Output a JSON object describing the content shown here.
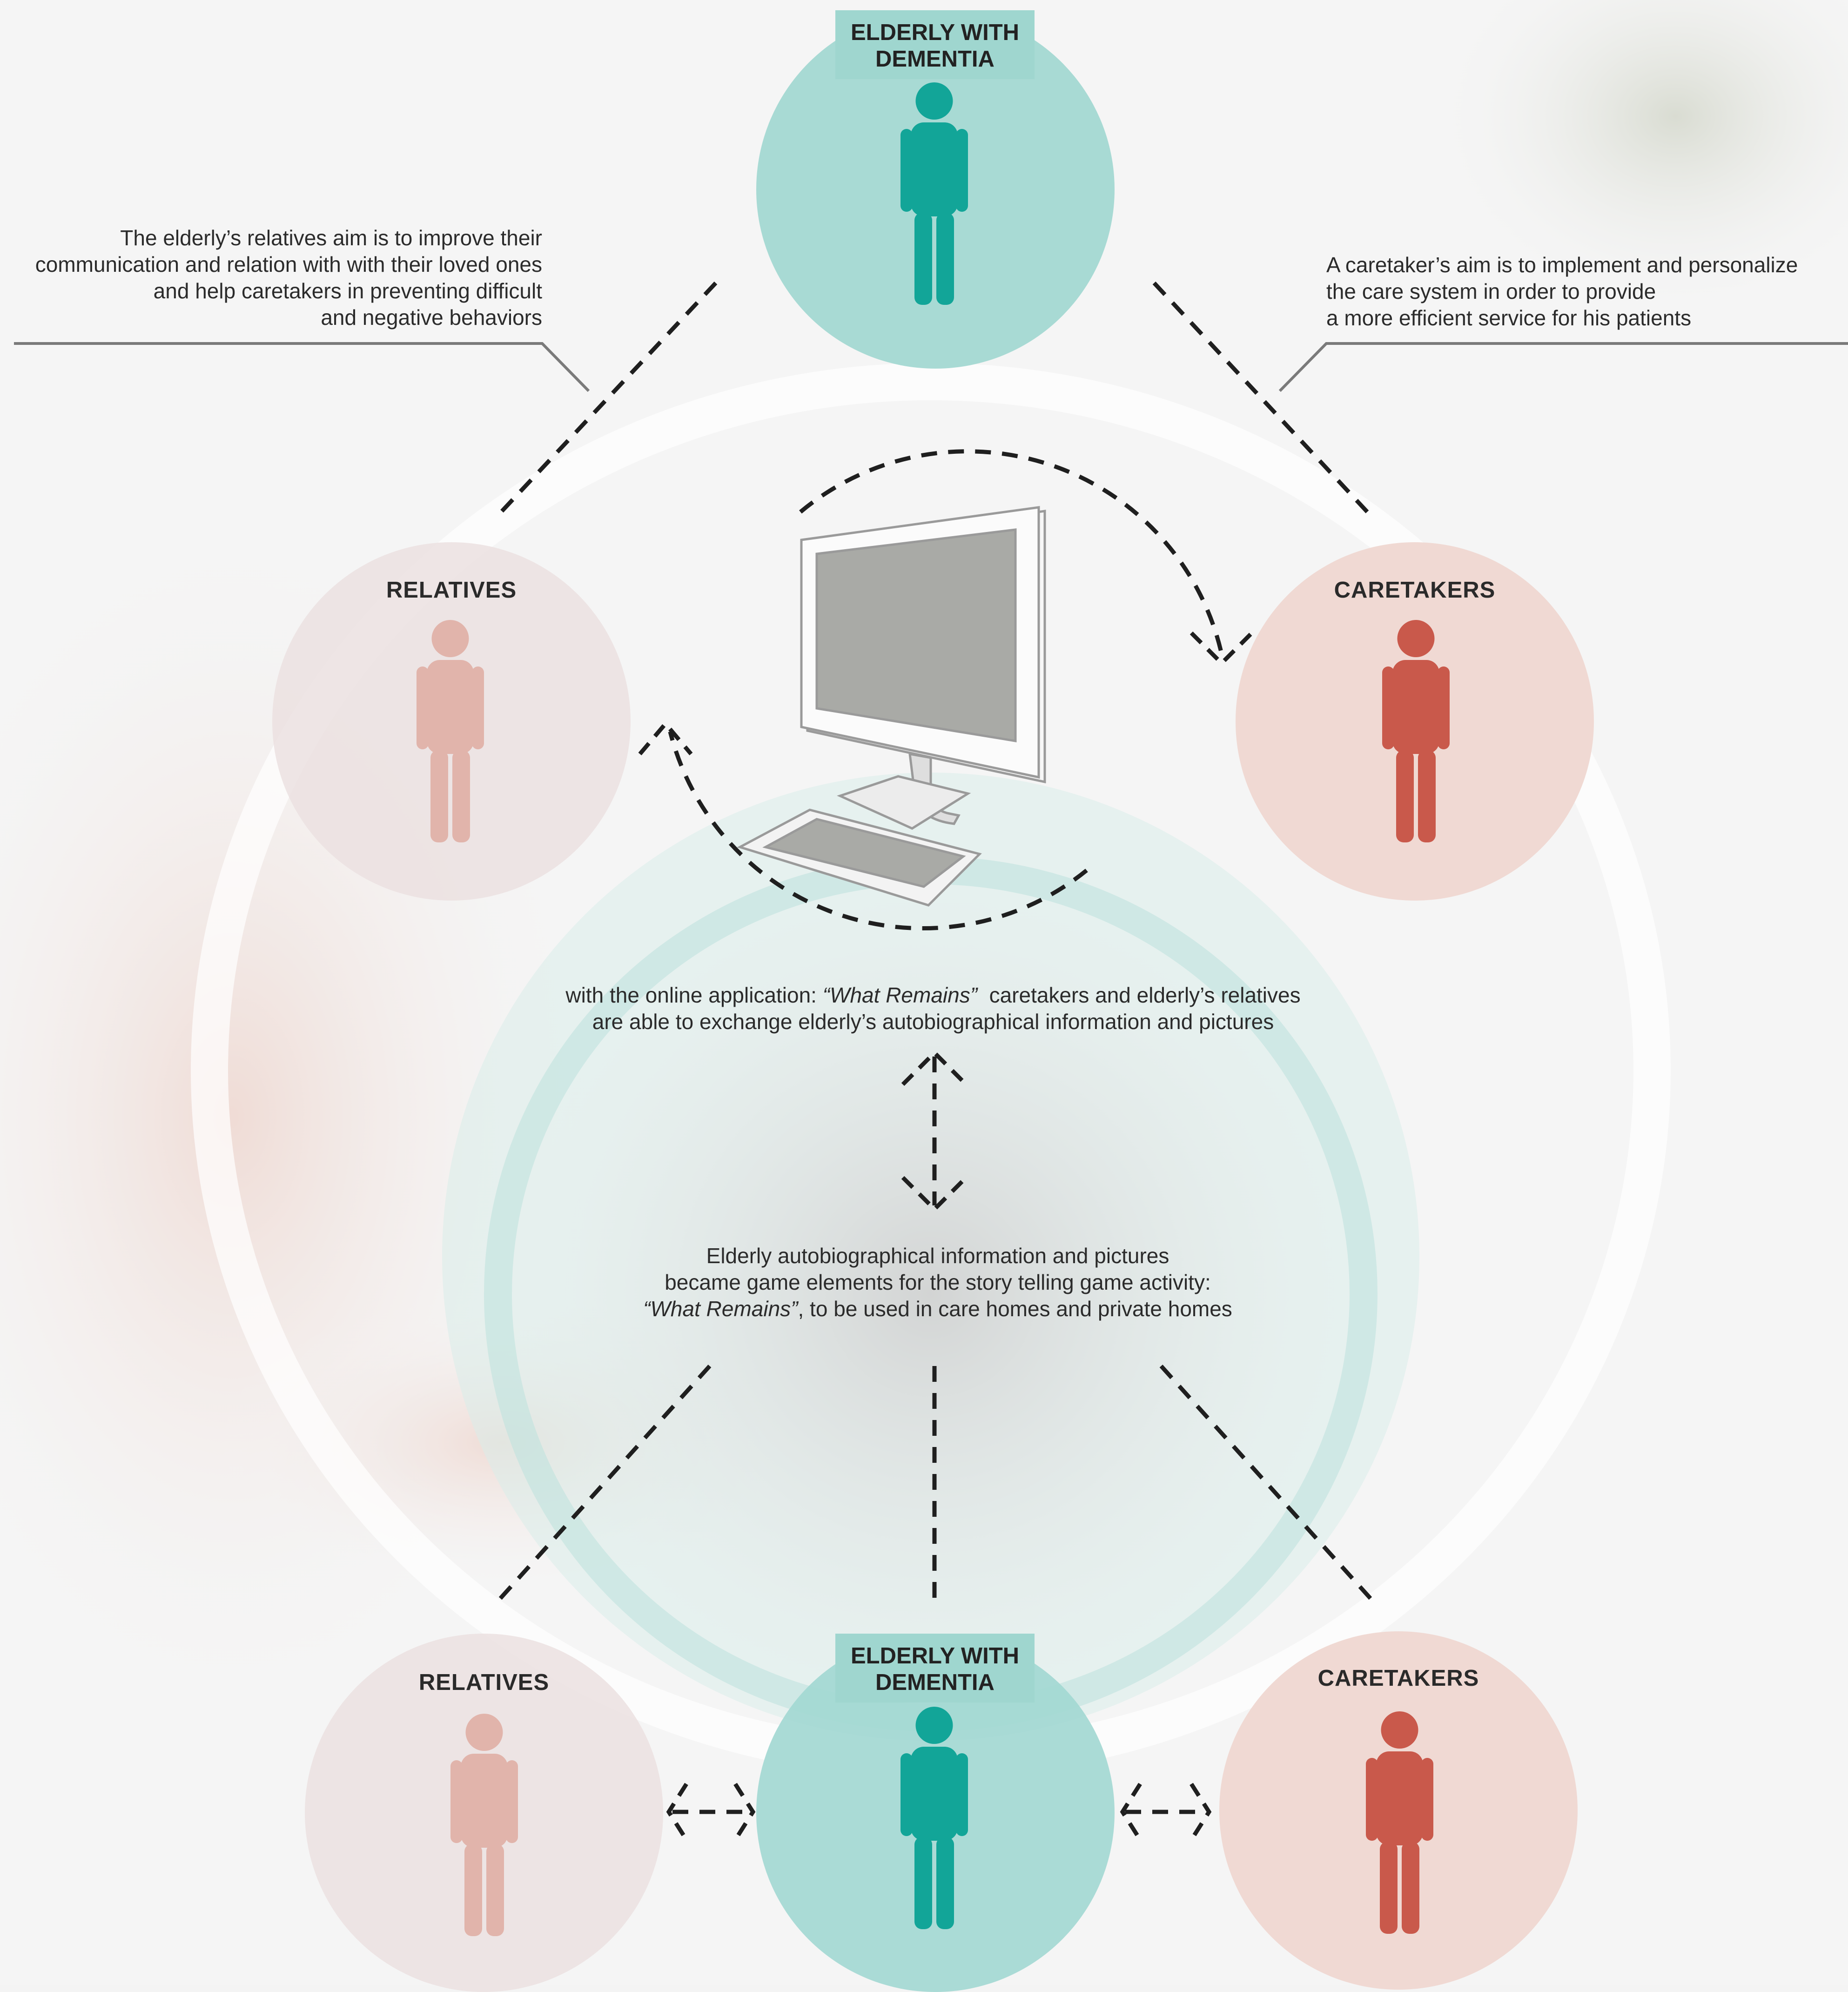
{
  "colors": {
    "elderly": "#a3d8d2",
    "elderly_figure": "#12a598",
    "relatives": "#ebe1e1",
    "relatives_figure": "#e1b4ab",
    "caretakers": "#efd7d1",
    "caretakers_figure": "#c9594b",
    "dash": "#1f1f1f"
  },
  "top": {
    "elderly": {
      "line1": "ELDERLY WITH",
      "line2": "DEMENTIA"
    },
    "relatives": {
      "title": "RELATIVES"
    },
    "caretakers": {
      "title": "CARETAKERS"
    }
  },
  "notes": {
    "relatives_aim": [
      "The elderly’s relatives aim is to improve their",
      "communication and relation with with their loved ones",
      "and help caretakers in preventing difficult",
      "and negative behaviors"
    ],
    "caretaker_aim": [
      "A caretaker’s aim is to implement and personalize",
      "the care system in order to provide",
      "a more efficient service for his patients"
    ],
    "online_app": {
      "prefix": "with the online application: ",
      "app_name": "“What Remains”",
      "suffix": "  caretakers and elderly’s relatives",
      "line2": "are able to exchange elderly’s autobiographical information and pictures"
    },
    "game": {
      "line1": "Elderly autobiographical information and pictures",
      "line2": "became game elements for the story telling game activity:",
      "app_name": "“What Remains”",
      "line3_suffix": ", to be used in care homes and private homes"
    }
  },
  "bottom": {
    "relatives": {
      "title": "RELATIVES"
    },
    "elderly": {
      "line1": "ELDERLY WITH",
      "line2": "DEMENTIA"
    },
    "caretakers": {
      "title": "CARETAKERS"
    }
  }
}
